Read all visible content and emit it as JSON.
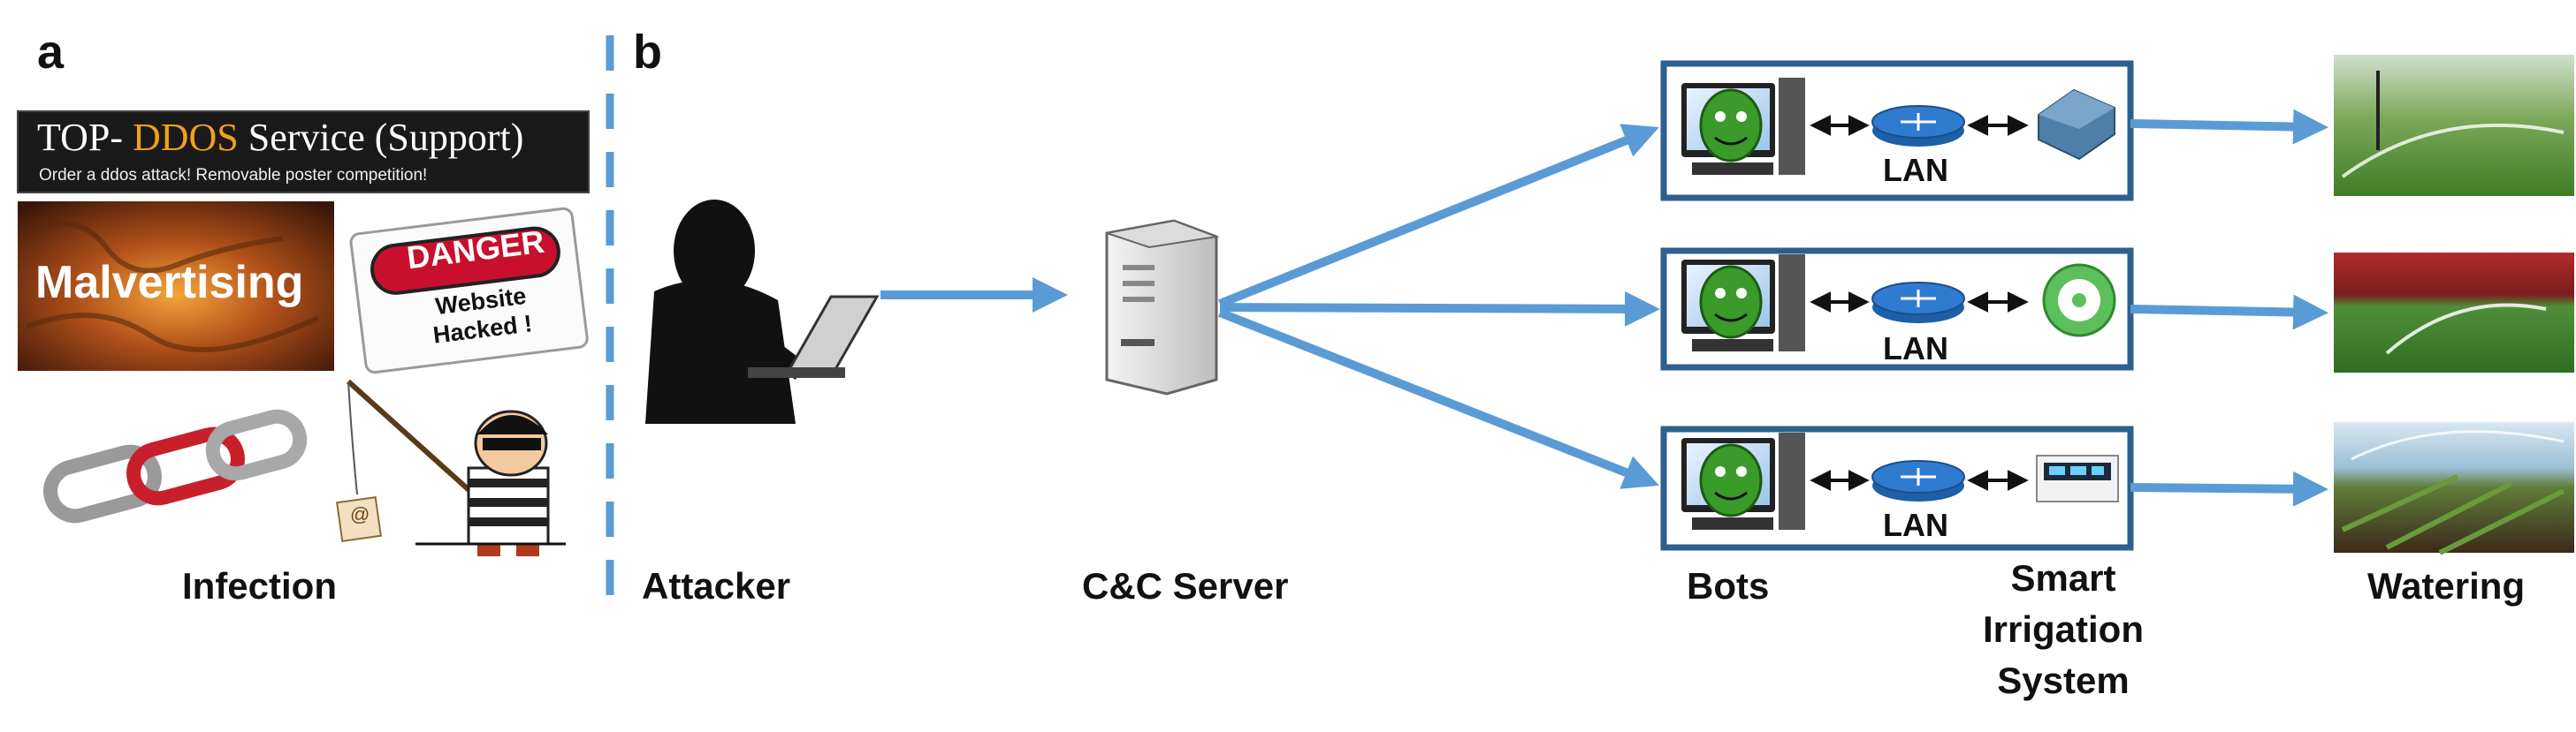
{
  "panels": {
    "a": "a",
    "b": "b"
  },
  "ddos_banner": {
    "prefix": "TOP- ",
    "highlight": "DDOS",
    "suffix": " Service (Support)",
    "subtitle": "Order a ddos attack! Removable poster competition!"
  },
  "malvertising": "Malvertising",
  "danger_sign": {
    "title": "DANGER",
    "line1": "Website",
    "line2": "Hacked !"
  },
  "phish_tag": "@",
  "labels": {
    "infection": "Infection",
    "attacker": "Attacker",
    "cnc": "C&C Server",
    "bots": "Bots",
    "smart_line1": "Smart",
    "smart_line2": "Irrigation",
    "smart_line3": "System",
    "watering": "Watering"
  },
  "lan_label": "LAN",
  "colors": {
    "arrow": "#5b9bd5",
    "box_border": "#2e5f8e",
    "dashed_divider": "#5b9bd5",
    "danger_red": "#c8102e",
    "ddos_orange": "#f0a020",
    "bot_green": "#3a9a2a",
    "router_blue": "#2f7bd0"
  },
  "icons": {
    "attacker": "hacker-silhouette-icon",
    "server": "server-tower-icon",
    "bot": "infected-computer-icon",
    "router": "router-icon",
    "controllers": [
      "irrigation-controller-icon",
      "round-sprinkler-hub-icon",
      "digital-timer-icon"
    ],
    "watering_photos": [
      "garden-sprinkler-photo",
      "stadium-sprinkler-photo",
      "field-drip-irrigation-photo"
    ]
  }
}
